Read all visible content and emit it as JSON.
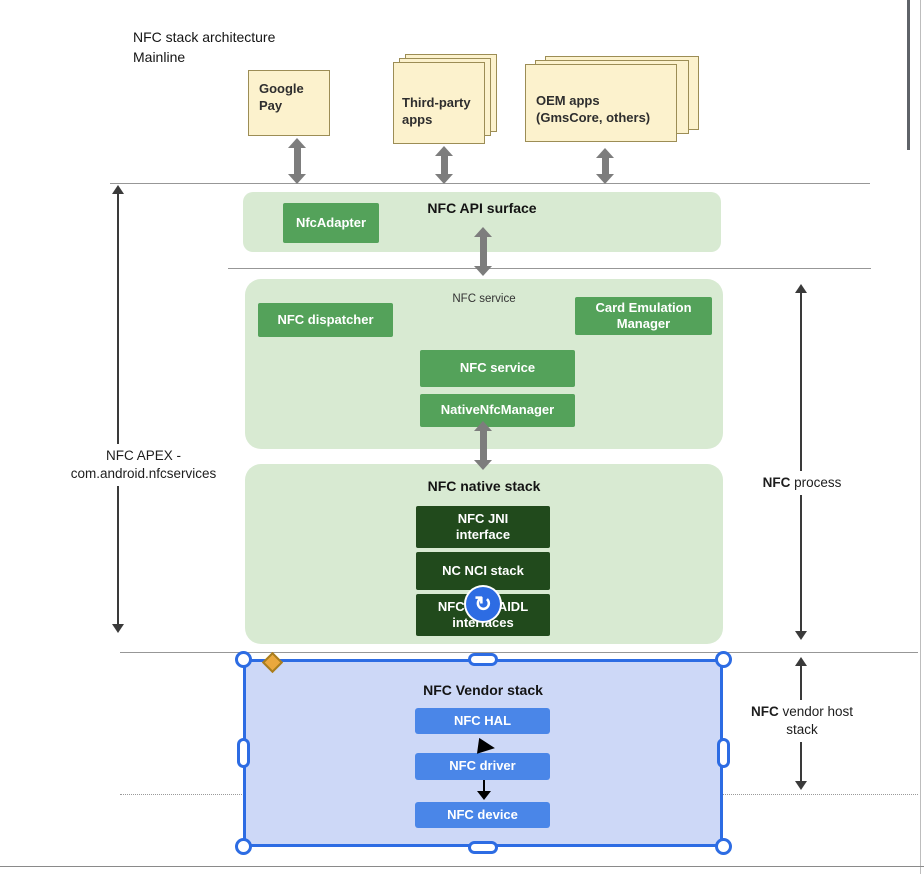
{
  "title": "NFC stack architecture\nMainline",
  "apps": {
    "google_pay": "Google\nPay",
    "third_party": "Third-party\napps",
    "oem": "OEM apps\n(GmsCore, others)"
  },
  "api_surface": {
    "title": "NFC API surface",
    "adapter": "NfcAdapter"
  },
  "service": {
    "title": "NFC service",
    "dispatcher": "NFC dispatcher",
    "card_emulation": "Card Emulation\nManager",
    "service_btn": "NFC service",
    "native_manager": "NativeNfcManager"
  },
  "native": {
    "title": "NFC native stack",
    "jni": "NFC JNI\ninterface",
    "nci": "NC NCI stack",
    "aidl": "NFC HAL AIDL\ninterfaces"
  },
  "vendor": {
    "title": "NFC Vendor stack",
    "hal": "NFC HAL",
    "driver": "NFC driver",
    "device": "NFC device"
  },
  "annotations": {
    "apex": "NFC APEX -\ncom.android.nfcservices",
    "process_prefix": "NFC",
    "process_suffix": " process",
    "vendor_prefix": "NFC",
    "vendor_suffix": " vendor host\nstack"
  },
  "icons": {
    "rotate": "↻"
  },
  "colors": {
    "group_green": "#d8ead2",
    "button_green": "#54a25a",
    "button_dark_green": "#214a1c",
    "vendor_fill": "#cdd8f7",
    "button_blue": "#4a86e8",
    "selection_blue": "#2d6ce3",
    "doc_fill": "#fcf2cd",
    "arrow_gray": "#7d7d7d",
    "diamond_orange": "#eaa83e"
  }
}
